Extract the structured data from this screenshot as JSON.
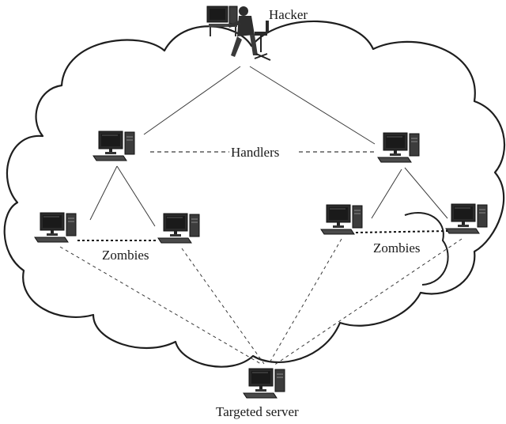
{
  "diagram": {
    "labels": {
      "hacker": "Hacker",
      "handlers": "Handlers",
      "zombies_left": "Zombies",
      "zombies_right": "Zombies",
      "target": "Targeted server"
    },
    "nodes": {
      "hacker": "hacker-workstation-icon",
      "handler": "computer-icon",
      "zombie": "computer-icon",
      "server": "computer-icon"
    },
    "colors": {
      "line": "#3a3a3a",
      "cloud_outline": "#1e1e1e",
      "background": "#ffffff"
    }
  }
}
